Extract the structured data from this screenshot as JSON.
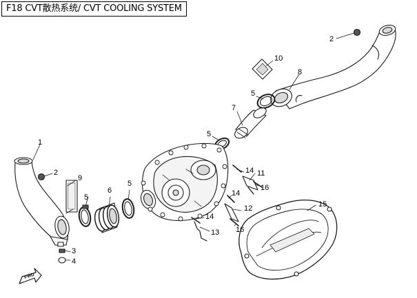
{
  "title": "F18 CVT散热系统/ CVT COOLING SYSTEM",
  "fwd_label": "FWD",
  "callouts": {
    "c1": "1",
    "c2a": "2",
    "c2b": "2",
    "c3": "3",
    "c4": "4",
    "c5a": "5",
    "c5b": "5",
    "c5c": "5",
    "c6": "6",
    "c7": "7",
    "c8": "8",
    "c9": "9",
    "c10": "10",
    "c11": "11",
    "c12": "12",
    "c13": "13",
    "c14a": "14",
    "c14b": "14",
    "c14c": "14",
    "c15": "15",
    "c16a": "16",
    "c16b": "16"
  },
  "colors": {
    "line": "#1a1a1a",
    "fill": "#ffffff",
    "shade": "#d9d9d9"
  }
}
